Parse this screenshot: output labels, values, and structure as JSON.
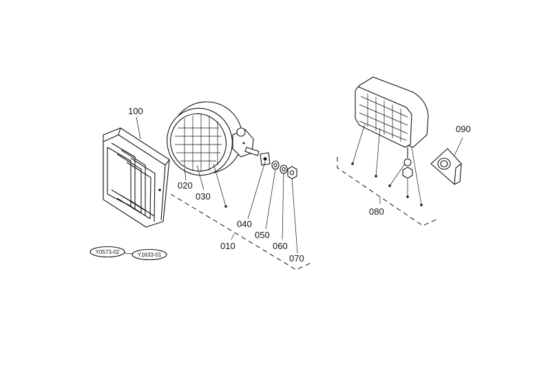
{
  "parts": {
    "p010": "010",
    "p020": "020",
    "p030": "030",
    "p040": "040",
    "p050": "050",
    "p060": "060",
    "p070": "070",
    "p080": "080",
    "p090": "090",
    "p100": "100"
  },
  "references": {
    "ref1": "Y0573-02",
    "ref2": "Y1633-01"
  }
}
